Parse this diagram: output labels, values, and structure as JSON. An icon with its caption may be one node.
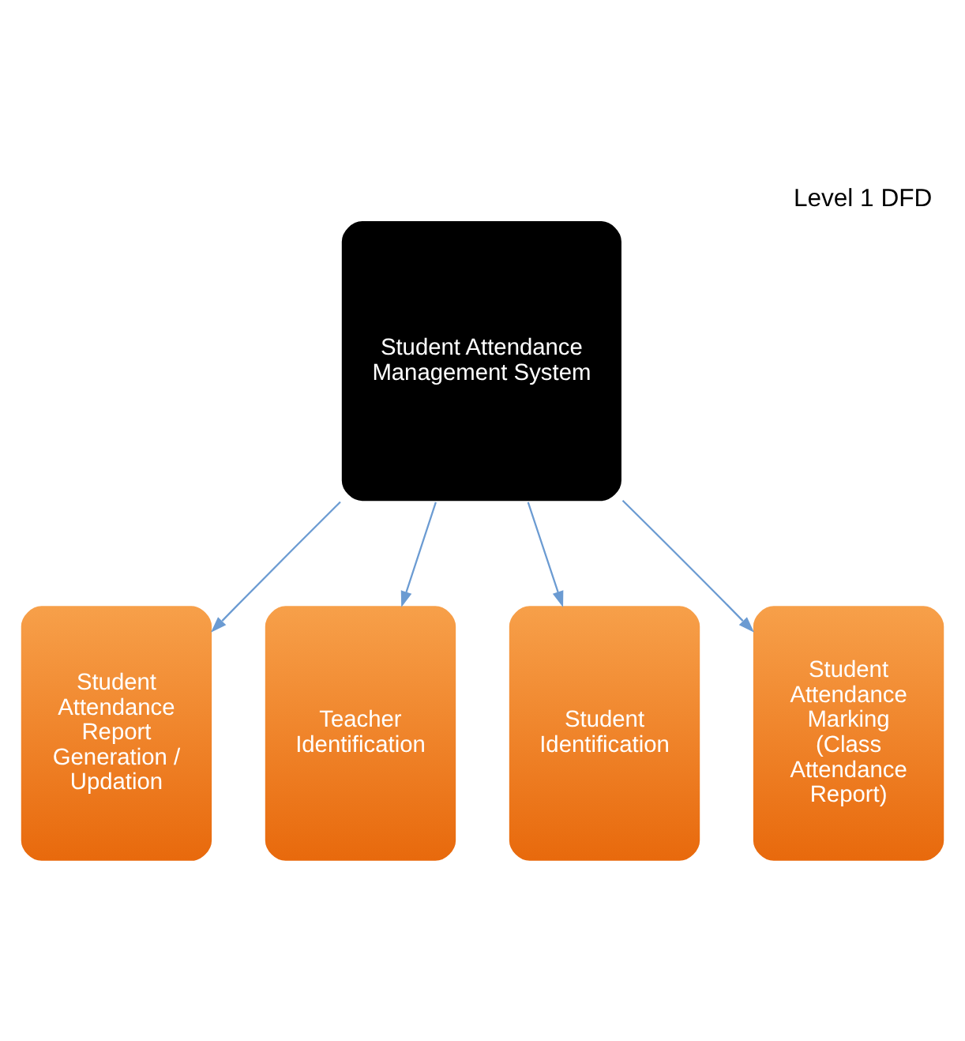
{
  "diagram": {
    "title": "Level 1 DFD",
    "nodes": [
      {
        "text": [
          "Student Attendance Management System"
        ]
      },
      {
        "text": [
          "Student Attendance Report Generation / Updation"
        ]
      },
      {
        "text": [
          "Teacher Identification"
        ]
      },
      {
        "text": [
          "Student Identification"
        ]
      },
      {
        "text": [
          "Student Attendance Marking (Class Attendance Report)"
        ]
      }
    ],
    "edges": [
      {
        "from": 0,
        "to": 1,
        "arrow": "to"
      },
      {
        "from": 0,
        "to": 2,
        "arrow": "to"
      },
      {
        "from": 0,
        "to": 3,
        "arrow": "to"
      },
      {
        "from": 0,
        "to": 4,
        "arrow": "to"
      }
    ]
  }
}
